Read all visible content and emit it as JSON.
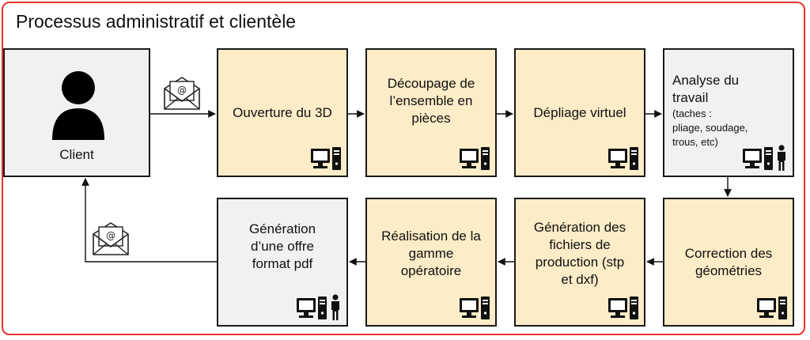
{
  "title": "Processus administratif et clientèle",
  "client": {
    "label": "Client"
  },
  "steps": [
    {
      "label": "Ouverture du 3D"
    },
    {
      "label": "Découpage de\nl’ensemble en\npièces"
    },
    {
      "label": "Dépliage virtuel"
    },
    {
      "label": "Analyse du\ntravail",
      "note": "(taches :\npliage, soudage,\ntrous, etc)"
    },
    {
      "label": "Correction des\ngéométries"
    },
    {
      "label": "Génération des\nfichiers de\nproduction (stp\net dxf)"
    },
    {
      "label": "Réalisation de la\ngamme\nopératoire"
    },
    {
      "label": "Génération\nd’une offre\nformat pdf"
    }
  ],
  "colors": {
    "step_fill": "#fcecc7",
    "grey_fill": "#f1f1f1",
    "frame": "#e8322c",
    "stroke": "#1a1a1a"
  },
  "icons": [
    "user-icon",
    "email-icon",
    "computer-icon",
    "person-icon"
  ]
}
